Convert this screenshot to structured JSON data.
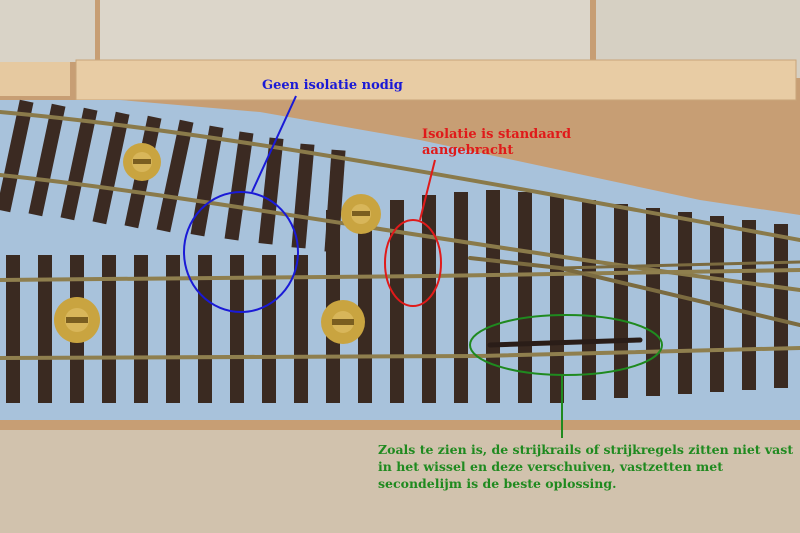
{
  "annotations": {
    "no_insulation": {
      "text": "Geen isolatie nodig",
      "color": "#1a1ad6"
    },
    "insulation_standard": {
      "text": "Isolatie is standaard\naangebracht",
      "color": "#e01a1a"
    },
    "guard_rails_note": {
      "text": "Zoals te zien is, de strijkrails of strijkregels zitten niet vast in het wissel en deze verschuiven, vastzetten met secondelijm is de beste oplossing.",
      "color": "#1f8a1f"
    }
  },
  "colors": {
    "board": "#c9a27a",
    "wood_strip": "#e4c79f",
    "cardboard": "#d8d2c6",
    "foam": "#a9c3dc",
    "sleeper": "#3b2a22",
    "rail": "#8a7a4a",
    "brass": "#c9a440"
  }
}
